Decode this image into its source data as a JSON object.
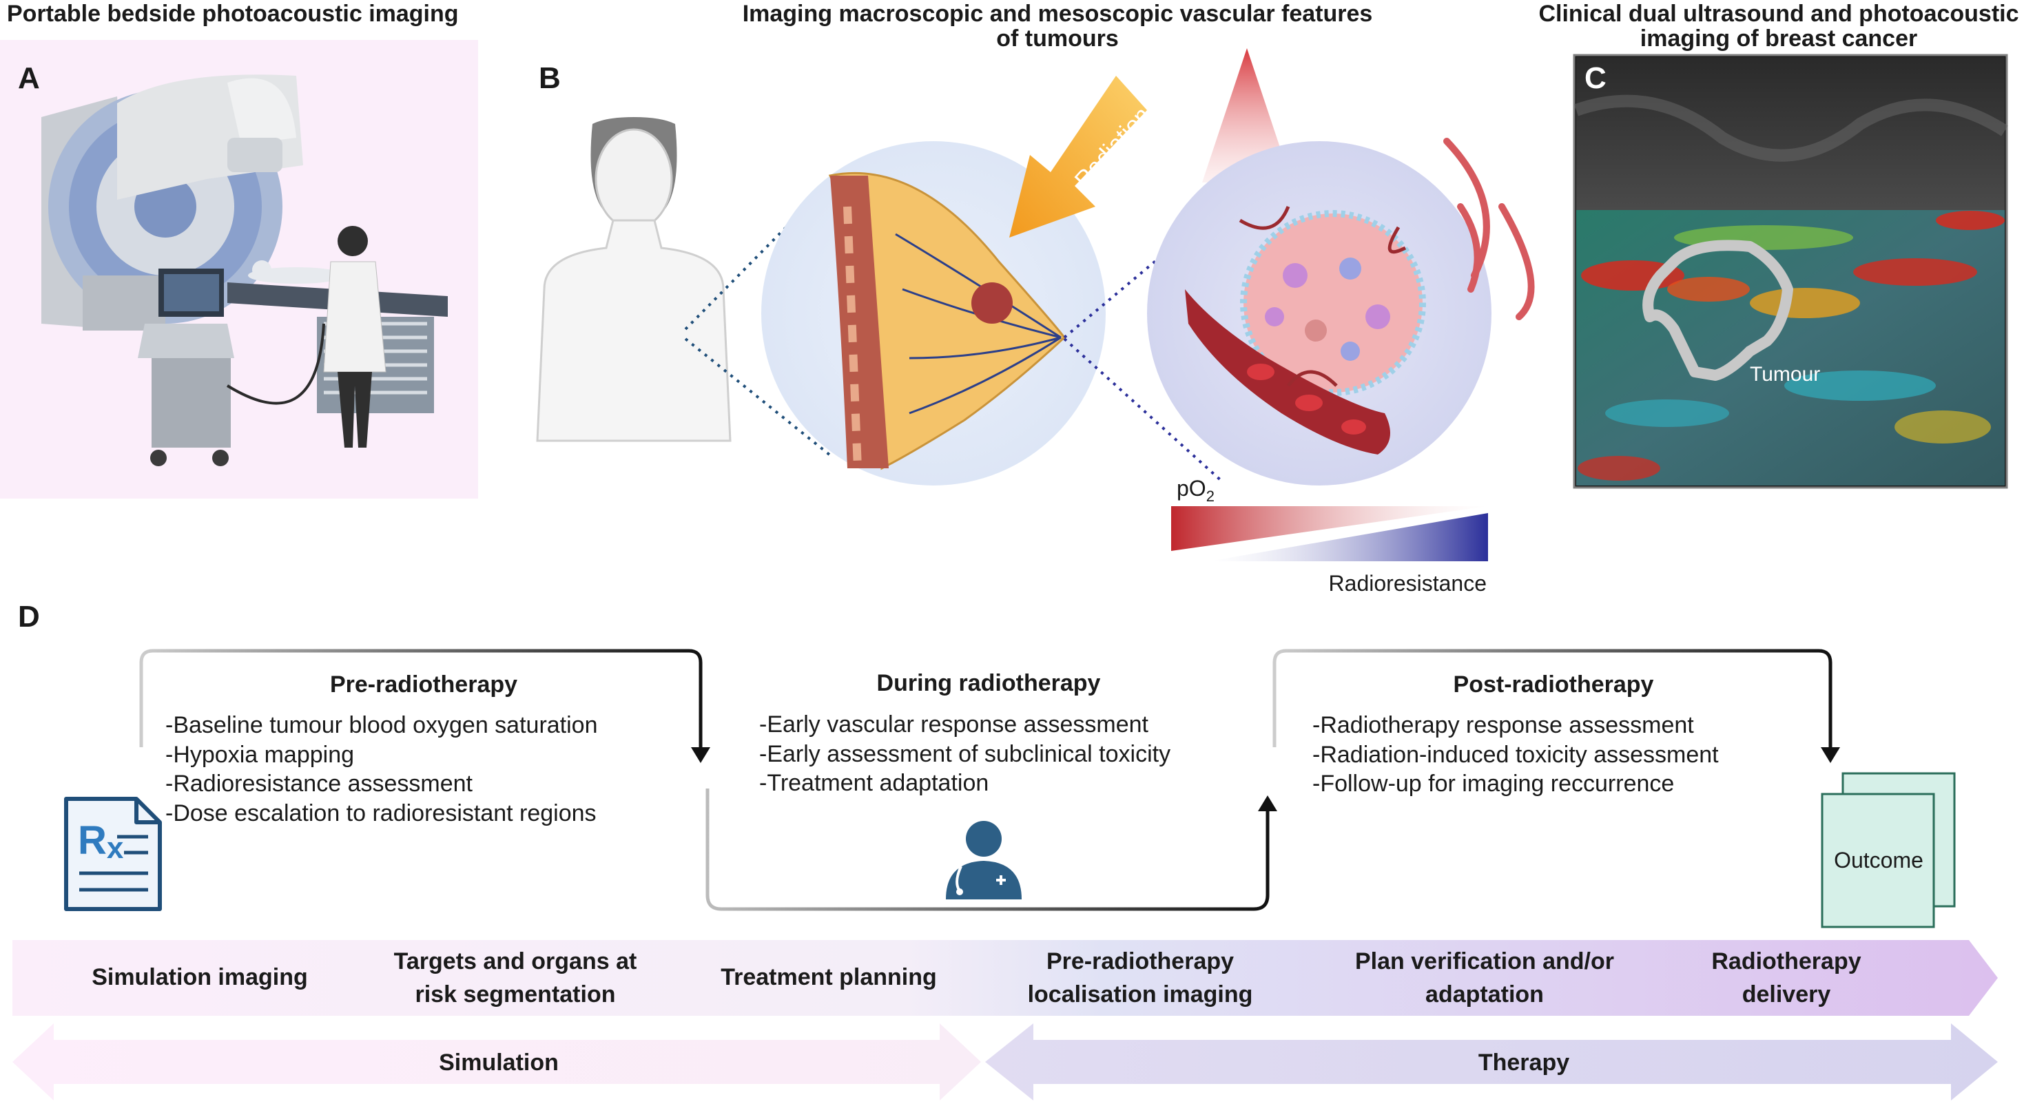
{
  "panel_a": {
    "title": "Portable bedside photoacoustic imaging",
    "letter": "A"
  },
  "panel_b": {
    "title_line1": "Imaging macroscopic and mesoscopic vascular features",
    "title_line2": "of tumours",
    "letter": "B",
    "radiation_label": "Radiation",
    "po2_label": "pO",
    "po2_sub": "2",
    "radioresistance_label": "Radioresistance"
  },
  "panel_c": {
    "title_line1": "Clinical dual ultrasound and photoacoustic",
    "title_line2": "imaging of breast cancer",
    "letter": "C",
    "tumour_label": "Tumour"
  },
  "panel_d": {
    "letter": "D",
    "pre": {
      "title": "Pre-radiotherapy",
      "items": [
        "-Baseline tumour blood oxygen saturation",
        "-Hypoxia mapping",
        "-Radioresistance assessment",
        "-Dose escalation to radioresistant regions"
      ]
    },
    "during": {
      "title": "During radiotherapy",
      "items": [
        "-Early vascular response assessment",
        "-Early assessment of subclinical toxicity",
        "-Treatment adaptation"
      ]
    },
    "post": {
      "title": "Post-radiotherapy",
      "items": [
        "-Radiotherapy response assessment",
        "-Radiation-induced toxicity assessment",
        "-Follow-up for imaging reccurrence"
      ]
    },
    "rx_label": "R",
    "rx_sub": "x",
    "outcome_label": "Outcome",
    "workflow": [
      {
        "line1": "Simulation imaging",
        "line2": ""
      },
      {
        "line1": "Targets and organs at",
        "line2": "risk segmentation"
      },
      {
        "line1": "Treatment planning",
        "line2": ""
      },
      {
        "line1": "Pre-radiotherapy",
        "line2": "localisation imaging"
      },
      {
        "line1": "Plan verification and/or",
        "line2": "adaptation"
      },
      {
        "line1": "Radiotherapy",
        "line2": "delivery"
      }
    ],
    "phases": {
      "simulation": "Simulation",
      "therapy": "Therapy"
    }
  },
  "colors": {
    "panel_a_bg": "#fbeefa",
    "navy": "#1f4e79",
    "radiation": "#f5a623",
    "red": "#c0272d",
    "blue": "#2b2f9a",
    "arrow_band_start": "#fbeefa",
    "arrow_band_end": "#ddc2ee",
    "outcome_fill": "#d6f0e8",
    "outcome_stroke": "#2a6e5a"
  }
}
